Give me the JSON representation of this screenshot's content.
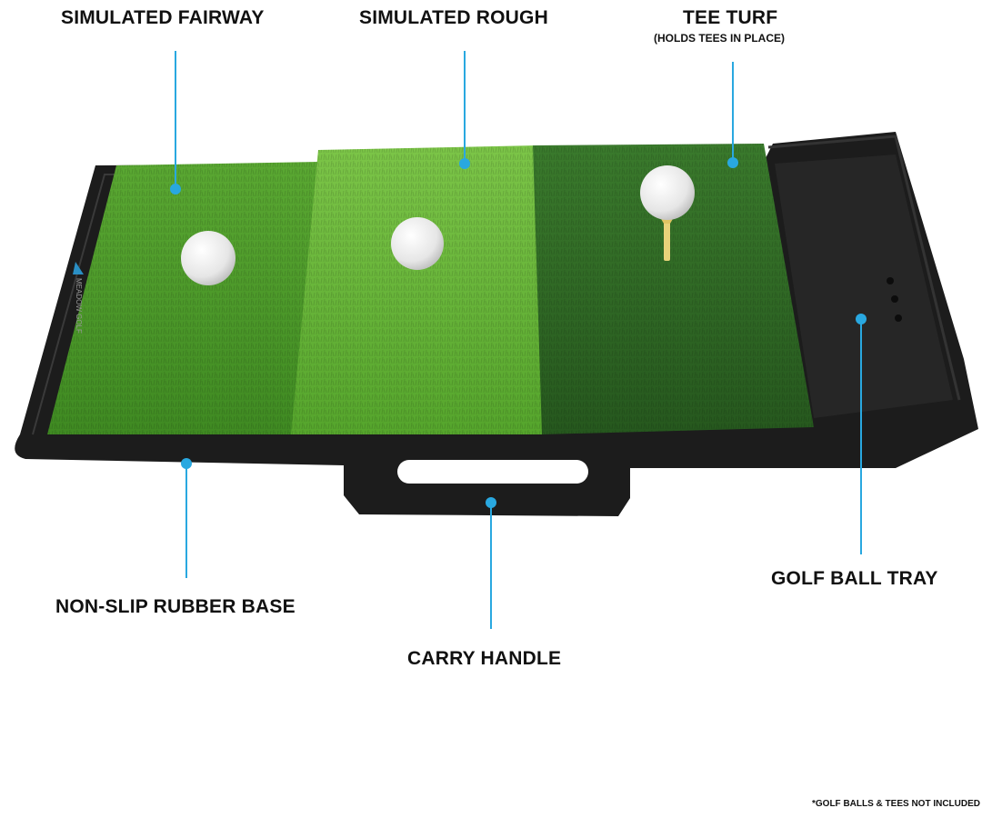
{
  "labels": {
    "fairway": "SIMULATED FAIRWAY",
    "rough": "SIMULATED ROUGH",
    "tee_turf": "TEE TURF",
    "tee_turf_sub": "(HOLDS TEES IN PLACE)",
    "ball_tray": "GOLF BALL TRAY",
    "rubber_base": "NON-SLIP RUBBER BASE",
    "carry_handle": "CARRY HANDLE"
  },
  "footnote": "*GOLF BALLS & TEES NOT INCLUDED",
  "brand_mark": "MEADOW GOLF",
  "colors": {
    "callout": "#29a8e0",
    "base": "#1c1c1c",
    "fairway": "#4f9a2a",
    "rough": "#6cb83a",
    "tee_turf": "#2f6a24",
    "ball": "#f2f2f2",
    "tee": "#e8d27a"
  }
}
